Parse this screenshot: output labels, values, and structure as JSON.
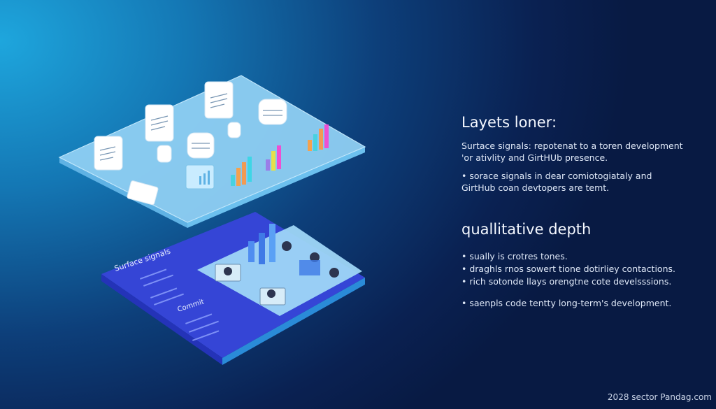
{
  "illustration": {
    "top_layer_caption": "",
    "bottom_layer_title": "Surface signals",
    "bottom_layer_subtitle": "Commit",
    "colors": {
      "top_plate": "#8fcff3",
      "bottom_plate": "#3f4fe0",
      "inner_panel": "#9fd6f7",
      "background_start": "#1ea6dd",
      "background_end": "#081a43"
    },
    "icons": [
      "document-icon",
      "database-icon",
      "bar-chart-icon",
      "dashboard-icon",
      "person-laptop-icon"
    ]
  },
  "section1": {
    "title": "Layets loner:",
    "paragraph": "Surtace signals: repotenat to a toren development 'or ativlity and GirtHUb presence.",
    "bullet": "• sorace signals in dear comiotogiataly and GirtHub coan devtopers are temt."
  },
  "section2": {
    "title": "quallitative depth",
    "bullets": [
      "• sually is crotres tones.",
      "• draghls rnos sowert tione dotirliey contactions.",
      "• rich sotonde llays orengtne cote develsssions.",
      "• saenpls code tentty long-term's development."
    ]
  },
  "footer": {
    "credit": "2028 sector Pandag.com"
  }
}
